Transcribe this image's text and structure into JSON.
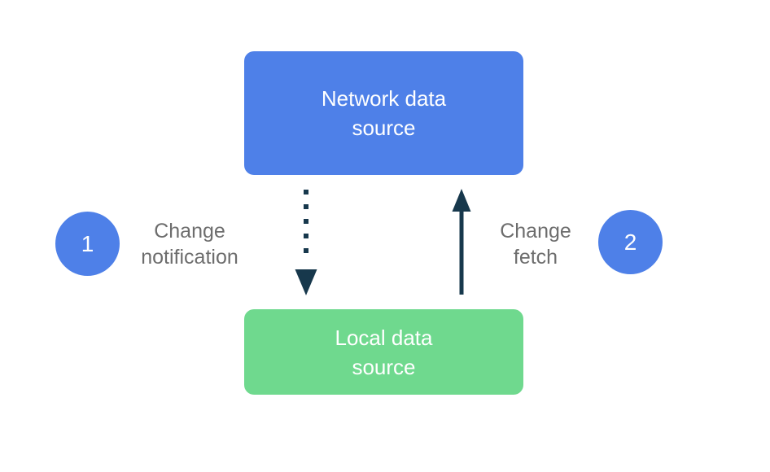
{
  "colors": {
    "background": "#ffffff",
    "node-blue": "#4e80e8",
    "node-green": "#6fd98e",
    "node-text": "#ffffff",
    "arrow": "#17384c",
    "label-gray": "#6d6d6d"
  },
  "nodes": {
    "network": {
      "label": "Network data source",
      "lines": [
        "Network data",
        "source"
      ]
    },
    "local": {
      "label": "Local data source",
      "lines": [
        "Local data",
        "source"
      ]
    }
  },
  "steps": [
    {
      "badge": "1",
      "label": "Change notification",
      "lines": [
        "Change",
        "notification"
      ],
      "arrow_style": "dotted",
      "arrow_direction": "down"
    },
    {
      "badge": "2",
      "label": "Change fetch",
      "lines": [
        "Change",
        "fetch"
      ],
      "arrow_style": "solid",
      "arrow_direction": "up"
    }
  ]
}
